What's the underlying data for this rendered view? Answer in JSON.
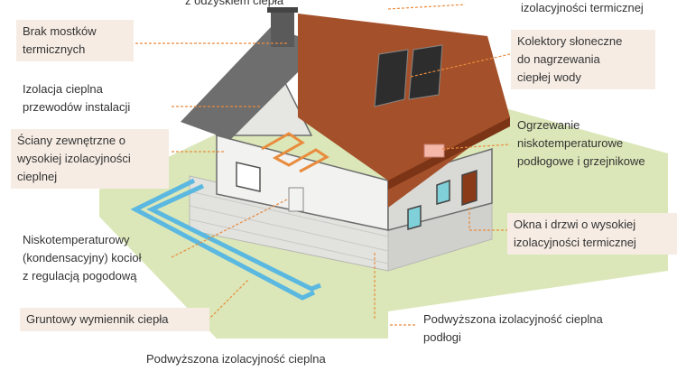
{
  "colors": {
    "brick": "#a4502a",
    "brick_dark": "#7b3416",
    "gray_roof": "#6e6e6e",
    "wall": "#f2f2f0",
    "wall_shade": "#d9d9d6",
    "grass": "#dbe7b8",
    "pipe": "#5bb8e0",
    "leader": "#e98b3d",
    "label_bg": "#f6ece4",
    "text": "#333333"
  },
  "labels": {
    "top_left_partial": "z odzyskiem ciepła",
    "top_right_partial": "izolacyjności termicznej",
    "thermal_bridges": "Brak mostków\ntermicznych",
    "pipe_insulation": "Izolacja cieplna\nprzewodów instalacji",
    "external_walls": "Ściany zewnętrzne o\nwysokiej izolacyjności\ncieplnej",
    "boiler": "Niskotemperaturowy\n(kondensacyjny) kocioł\nz regulacją pogodową",
    "ground_exchanger": "Gruntowy wymiennik ciepła",
    "foundation_insulation": "Podwyższona izolacyjność cieplna",
    "solar_collectors": "Kolektory słoneczne\ndo nagrzewania\nciepłej wody",
    "heating": "Ogrzewanie\nniskotemperaturowe\npodłogowe i grzejnikowe",
    "windows_doors": "Okna i drzwi o wysokiej\nizolacyjności termicznej",
    "floor_insulation": "Podwyższona izolacyjność cieplna\npodłogi"
  }
}
